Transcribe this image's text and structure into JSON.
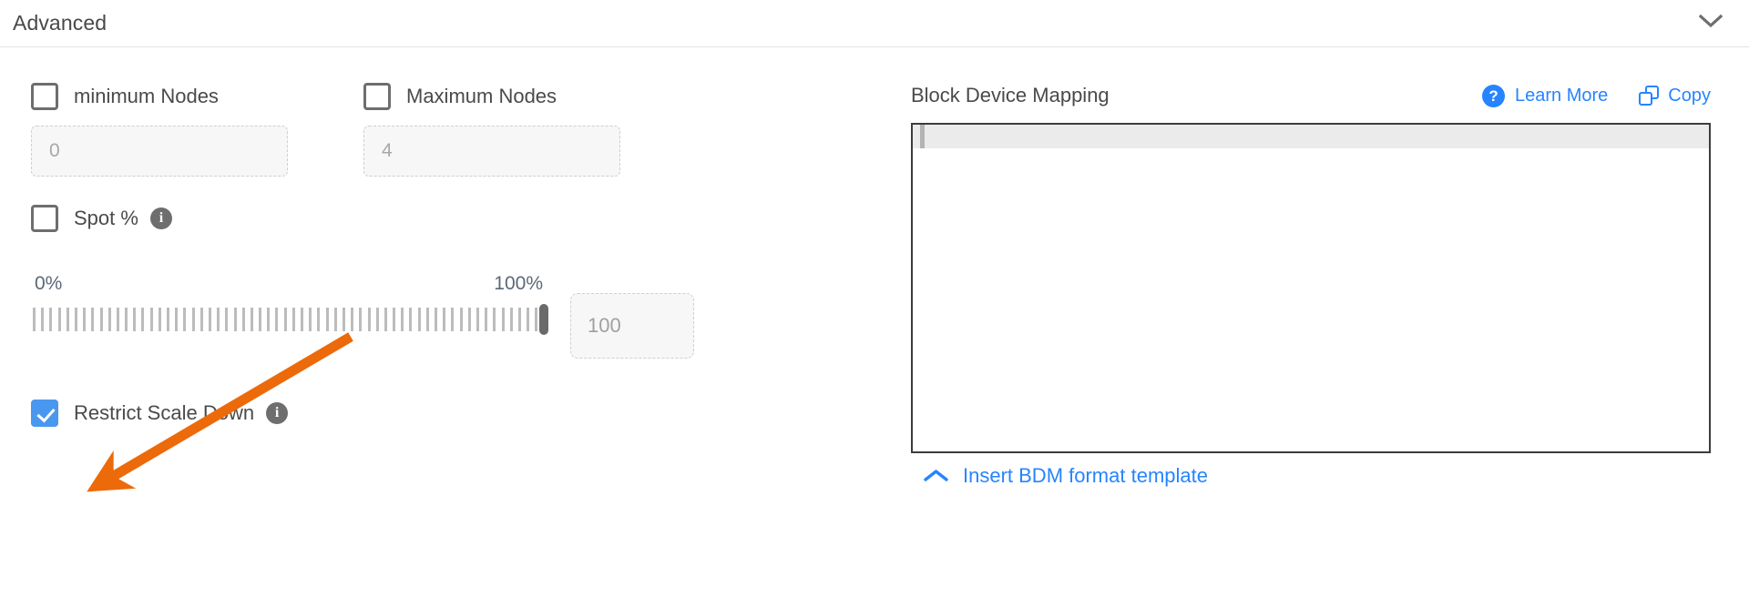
{
  "panel": {
    "title": "Advanced",
    "collapse_icon": "chevron-down-icon"
  },
  "left": {
    "min_nodes": {
      "label": "minimum Nodes",
      "checked": false,
      "input_placeholder": "0"
    },
    "max_nodes": {
      "label": "Maximum Nodes",
      "checked": false,
      "input_placeholder": "4"
    },
    "spot": {
      "label": "Spot %",
      "checked": false,
      "info_icon": "info-icon",
      "info_glyph": "i"
    },
    "slider": {
      "min_label": "0%",
      "max_label": "100%",
      "value": 100,
      "value_input_placeholder": "100",
      "tick_count": 62
    },
    "restrict": {
      "label": "Restrict Scale Down",
      "checked": true,
      "info_icon": "info-icon",
      "info_glyph": "i"
    }
  },
  "right": {
    "title": "Block Device Mapping",
    "learn_more": {
      "label": "Learn More",
      "icon": "question-circle-icon",
      "glyph": "?"
    },
    "copy": {
      "label": "Copy",
      "icon": "copy-icon"
    },
    "textarea_value": "",
    "footer": {
      "label": "Insert BDM format template",
      "icon": "chevron-up-icon"
    }
  },
  "colors": {
    "accent_blue": "#2684ff",
    "checkbox_blue": "#4a97f0",
    "annotation_orange": "#ec6a0a",
    "text": "#4a4a4a",
    "muted": "#a8a8a8"
  }
}
